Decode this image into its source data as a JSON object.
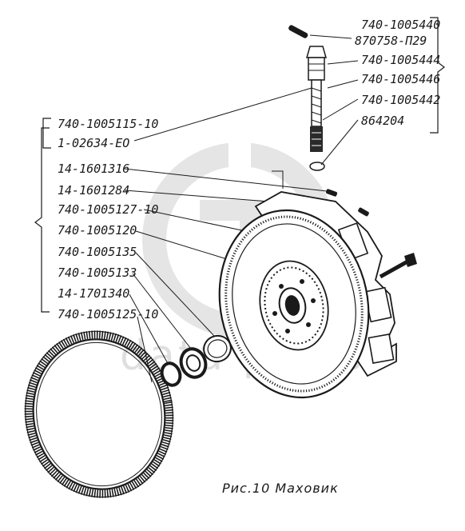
{
  "caption": "Рис.10 Маховик",
  "watermark": {
    "logo_letters": "GP",
    "text": "data parts"
  },
  "groups": {
    "right": [
      "740-1005440",
      "870758-П29",
      "740-1005444",
      "740-1005446",
      "740-1005442",
      "864204"
    ],
    "left_top": [
      "740-1005115-10",
      "1-02634-ЕО"
    ],
    "left_main": [
      "14-1601316",
      "14-1601284",
      "740-1005127-10",
      "740-1005120",
      "740-1005135",
      "740-1005133",
      "14-1701340",
      "740-1005125-10"
    ]
  }
}
